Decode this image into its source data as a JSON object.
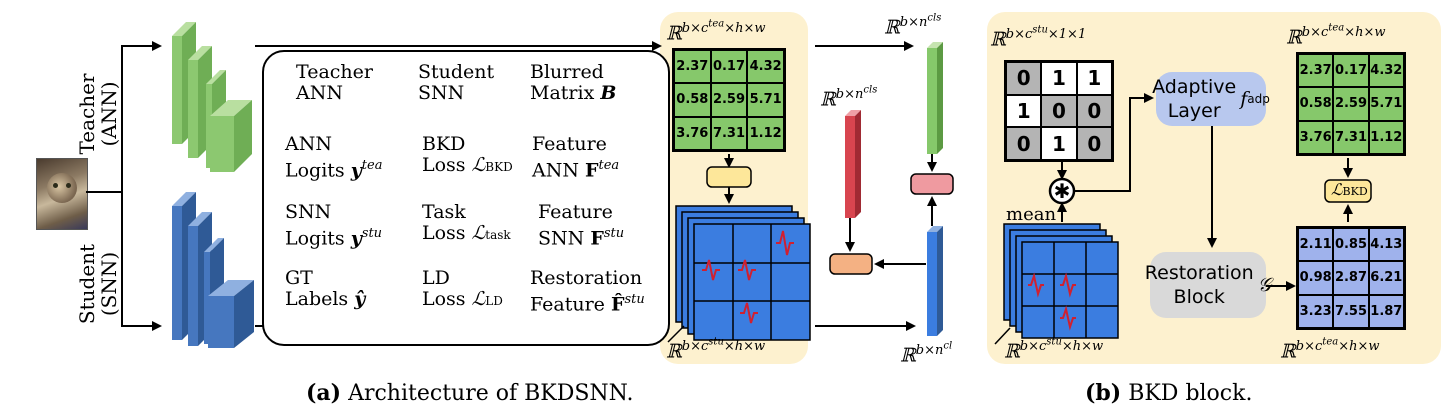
{
  "vertical_labels": {
    "teacher": "Teacher (ANN)",
    "student": "Student (SNN)"
  },
  "legend": {
    "teacher": "Teacher ANN",
    "student": "Student SNN",
    "blurred": "Blurred Matrix B",
    "ann_logits": "ANN Logits y^tea",
    "bkd_loss": "BKD Loss L_BKD",
    "feature_ann": "Feature ANN F^tea",
    "snn_logits": "SNN Logits y^stu",
    "task_loss": "Task Loss L_task",
    "feature_snn": "Feature SNN F^stu",
    "gt_labels": "GT Labels ŷ",
    "ld_loss": "LD Loss L_LD",
    "restoration_feature": "Restoration Feature F̂^stu"
  },
  "dims": {
    "tea_feat": "ℝ b×c^tea ×h×w",
    "stu_feat": "ℝ b×c^stu ×h×w",
    "logits": "ℝ b×n^cls",
    "stu_pool": "ℝ b×c^stu ×1×1"
  },
  "teacher_matrix": [
    "2.37",
    "0.17",
    "4.32",
    "0.58",
    "2.59",
    "5.71",
    "3.76",
    "7.31",
    "1.12"
  ],
  "restored_matrix": [
    "2.11",
    "0.85",
    "4.13",
    "0.98",
    "2.87",
    "6.21",
    "3.23",
    "7.55",
    "1.87"
  ],
  "binary_matrix": [
    "0",
    "1",
    "1",
    "1",
    "0",
    "0",
    "0",
    "1",
    "0"
  ],
  "blocks": {
    "adaptive": "Adaptive Layer f_adp",
    "restoration": "Restoration Block G",
    "mean": "mean",
    "loss_bkd": "L_BKD"
  },
  "captions": {
    "a_label": "(a)",
    "a_text": "Architecture of BKDSNN.",
    "b_label": "(b)",
    "b_text": "BKD block."
  },
  "colors": {
    "green": "#86c86b",
    "blue": "#3f6fb5",
    "red": "#d8454f",
    "yellow": "#fde79a",
    "orange": "#f4b183",
    "pink": "#ef9aa0",
    "restore": "#9fb2ec",
    "panel": "#fdf1cf"
  }
}
